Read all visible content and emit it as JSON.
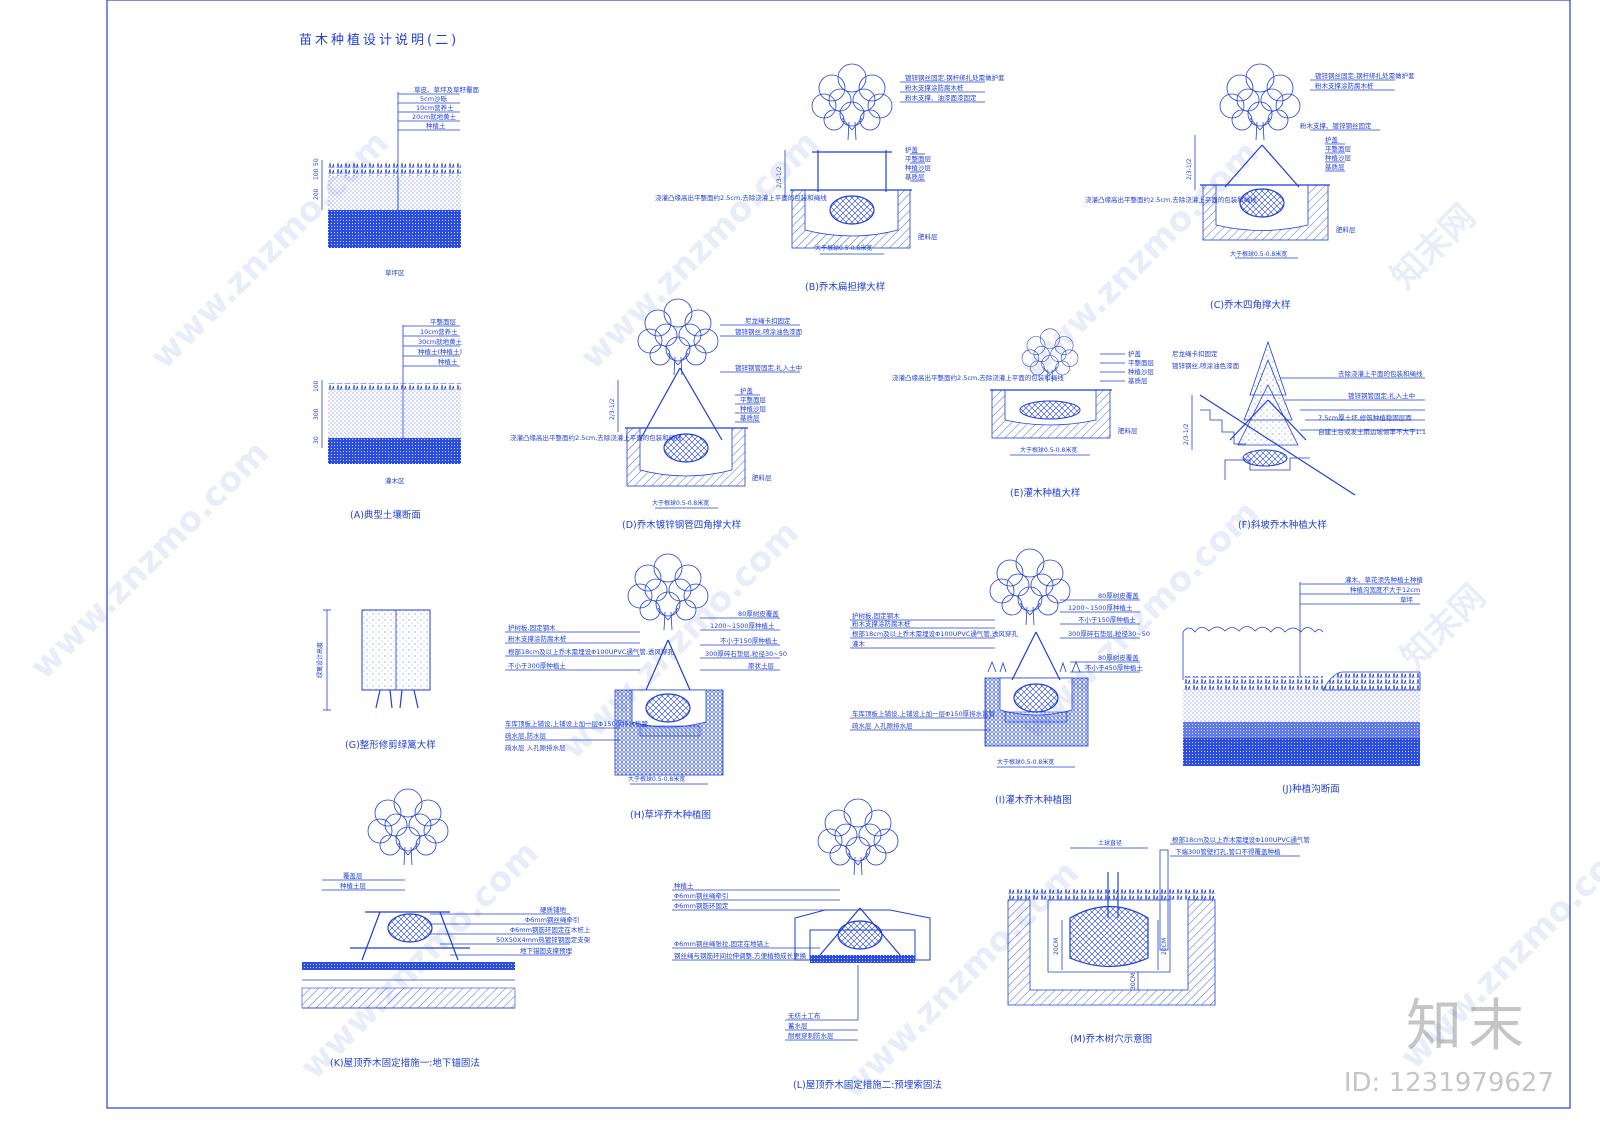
{
  "title": "苗木种植设计说明(二)",
  "colors": {
    "line": "#1f3fd6",
    "fill": "#2b4de0",
    "bg": "#ffffff"
  },
  "details": {
    "A": {
      "caption": "(A)典型土壤断面",
      "lawn": {
        "sub": "草坪区",
        "labels": [
          "草皮、草坪及草籽覆面",
          "5cm沙砾",
          "10cm营养土",
          "20cm就地黄土",
          "种植土"
        ],
        "dims": [
          "50",
          "100",
          "200"
        ]
      },
      "shrub": {
        "sub": "灌木区",
        "labels": [
          "平整面层",
          "10cm营养土",
          "30cm就地黄土",
          "种植土(种植土)",
          "种植土"
        ],
        "dims": [
          "100",
          "300",
          "30"
        ]
      }
    },
    "B": {
      "caption": "(B)乔木扁担撑大样",
      "labels": [
        "镀锌钢丝固定,钢杆绑扎处需做护套",
        "粉木支撑涂防腐木桩",
        "粉木支撑、油漆面漆固定",
        "护盖",
        "平整面层",
        "种植沙层",
        "基质层"
      ],
      "note": "浇灌凸缘高出平整面约2.5cm,去除浇灌上平面的包装和绳线",
      "side": "肥料层",
      "dim": "大于根球0.5-0.8米宽",
      "vdim": "2/3-1/2"
    },
    "C": {
      "caption": "(C)乔木四角撑大样",
      "labels": [
        "镀锌钢丝固定,钢杆绑扎处需做护套",
        "粉木支撑涂防腐木桩",
        "粉木支撑、镀锌钢丝固定",
        "护盖",
        "平整面层",
        "种植沙层",
        "基质层"
      ],
      "note": "浇灌凸缘高出平整面约2.5cm,去除浇灌上平面的包装和绳线",
      "side": "肥料层",
      "dim": "大于根球0.5-0.8米宽",
      "vdim": "2/3-1/2"
    },
    "D": {
      "caption": "(D)乔木镀锌钢管四角撑大样",
      "labels": [
        "尼龙绳卡扣固定",
        "镀锌钢丝,喷涂油色漆面",
        "镀锌钢管固定,扎入土中",
        "护盖",
        "平整面层",
        "种植沙层",
        "基质层"
      ],
      "note": "浇灌凸缘高出平整面约2.5cm,去除浇灌上平面的包装和绳线",
      "side": "肥料层",
      "dim": "大于根球0.5-0.8米宽",
      "vdim": "2/3-1/2"
    },
    "E": {
      "caption": "(E)灌木种植大样",
      "labels": [
        "护盖",
        "平整面层",
        "种植沙层",
        "基质层"
      ],
      "note": "浇灌凸缘高出平整面约2.5cm,去除浇灌上平面的包装和绳线",
      "side": "肥料层",
      "dim": "大于根球0.5-0.8米宽"
    },
    "F": {
      "caption": "(F)斜坡乔木种植大样",
      "labels": [
        "尼龙绳卡扣固定",
        "镀锌钢丝,喷涂油色漆面",
        "去除浇灌上平面的包装和绳线",
        "镀锌钢管固定,扎入土中",
        "7.5cm厚土坯,修筑种植稳固层面",
        "自建土台或发土扇边坡倾率不大于1:1"
      ],
      "vdim": "2/3-1/2"
    },
    "G": {
      "caption": "(G)整形修剪绿篱大样",
      "side": "绿篱设计高度"
    },
    "H": {
      "caption": "(H)草坪乔木种植图",
      "labels": [
        "护树板,固定钢木",
        "粉木支撑涂防腐木桩",
        "根部18cm及以上乔木需埋设Φ100UPVC通气管,透风穿孔",
        "不小于300厚种植土"
      ],
      "rlabels": [
        "80厚树皮覆盖",
        "1200~1500厚种植土",
        "不小于150厚种植土",
        "300厚碎石垫层,粒径30~50",
        "原状土层"
      ],
      "bottom": [
        "车库顶板上铺设,上铺设上加一层Φ150厚排水盲管",
        "疏水层,防水层",
        "疏水层 入孔隙排水层"
      ],
      "dim": "大于根球0.5-0.8米宽"
    },
    "I": {
      "caption": "(I)灌木乔木种植图",
      "labels": [
        "护树板,固定钢木",
        "粉木支撑涂防腐木桩",
        "根部18cm及以上乔木需埋设Φ100UPVC通气管,透风穿孔",
        "灌木"
      ],
      "rlabels": [
        "80厚树皮覆盖",
        "1200~1500厚种植土",
        "不小于150厚种植土",
        "300厚碎石垫层,粒径30~50",
        "80厚树皮覆盖",
        "不小于450厚种植土"
      ],
      "bottom": [
        "车库顶板上铺设,上铺设上加一层Φ150厚排水盲管",
        "疏水层 入孔隙排水层"
      ],
      "dim": "大于根球0.5-0.8米宽"
    },
    "J": {
      "caption": "(J)种植沟断面",
      "labels": [
        "灌木、草花须先种植土种植",
        "种植沟宽度不大于12cm",
        "草坪"
      ]
    },
    "K": {
      "caption": "(K)屋顶乔木固定措施一:地下锚固法",
      "labels": [
        "覆盖层",
        "种植土层"
      ],
      "rlabels": [
        "硬质铺地",
        "Φ6mm钢丝绳牵引",
        "Φ6mm钢筋环固定在木桩上",
        "50X50X4mm热镀锌钢固定支架",
        "地下锚固支撑预埋"
      ]
    },
    "L": {
      "caption": "(L)屋顶乔木固定措施二:预埋索固法",
      "labels": [
        "种植土",
        "Φ6mm钢丝绳牵引",
        "Φ6mm钢筋环固定"
      ],
      "labels2": [
        "Φ6mm钢丝绳张拉,固定在地锚上",
        "钢丝绳与钢筋环间拉伸调整,方便植物成长更换"
      ],
      "bottom": [
        "无纺土工布",
        "蓄水层",
        "耐根穿刺防水层"
      ]
    },
    "M": {
      "caption": "(M)乔木树穴示意图",
      "labels": [
        "根部18cm及以上乔木需埋设Φ100UPVC通气管",
        "下端300管壁打孔,管口不得覆盖种植"
      ],
      "top": "土球直径",
      "dims": [
        "20CM",
        "20CM",
        "30CM"
      ]
    }
  },
  "watermark": {
    "site": "www.znzmo.com",
    "brand": "知末网",
    "logo": "知末",
    "id": "ID: 1231979627"
  }
}
